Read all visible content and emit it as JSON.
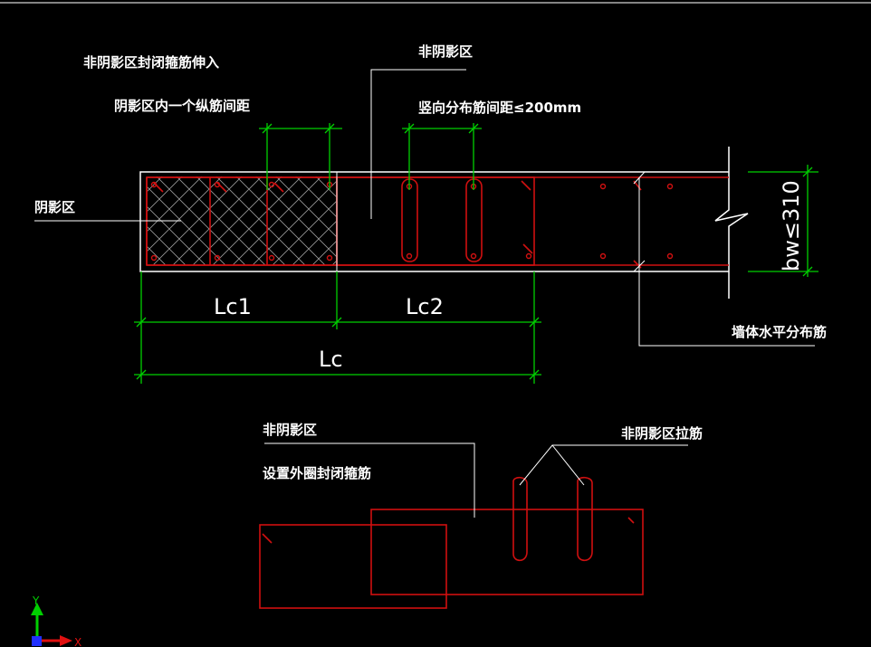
{
  "colors": {
    "background": "#000000",
    "wall_outline": "#ffffff",
    "rebar": "#d01010",
    "dimension": "#00d000",
    "text": "#ffffff",
    "frame": "#b0b0b0"
  },
  "labels": {
    "non_shadow_hoop_extend": "非阴影区封闭箍筋伸入",
    "shadow_one_spacing": "阴影区内一个纵筋间距",
    "non_shadow_zone_top": "非阴影区",
    "vertical_spacing": "竖向分布筋间距≤200mm",
    "shadow_zone": "阴影区",
    "wall_horizontal_rebar": "墙体水平分布筋",
    "non_shadow_zone_bottom": "非阴影区",
    "outer_hoop": "设置外圈封闭箍筋",
    "non_shadow_tie": "非阴影区拉筋"
  },
  "dimensions": {
    "lc1": "Lc1",
    "lc2": "Lc2",
    "lc": "Lc",
    "bw": "bw≤310"
  },
  "ucs": {
    "x_axis": "X",
    "y_axis": "Y"
  }
}
